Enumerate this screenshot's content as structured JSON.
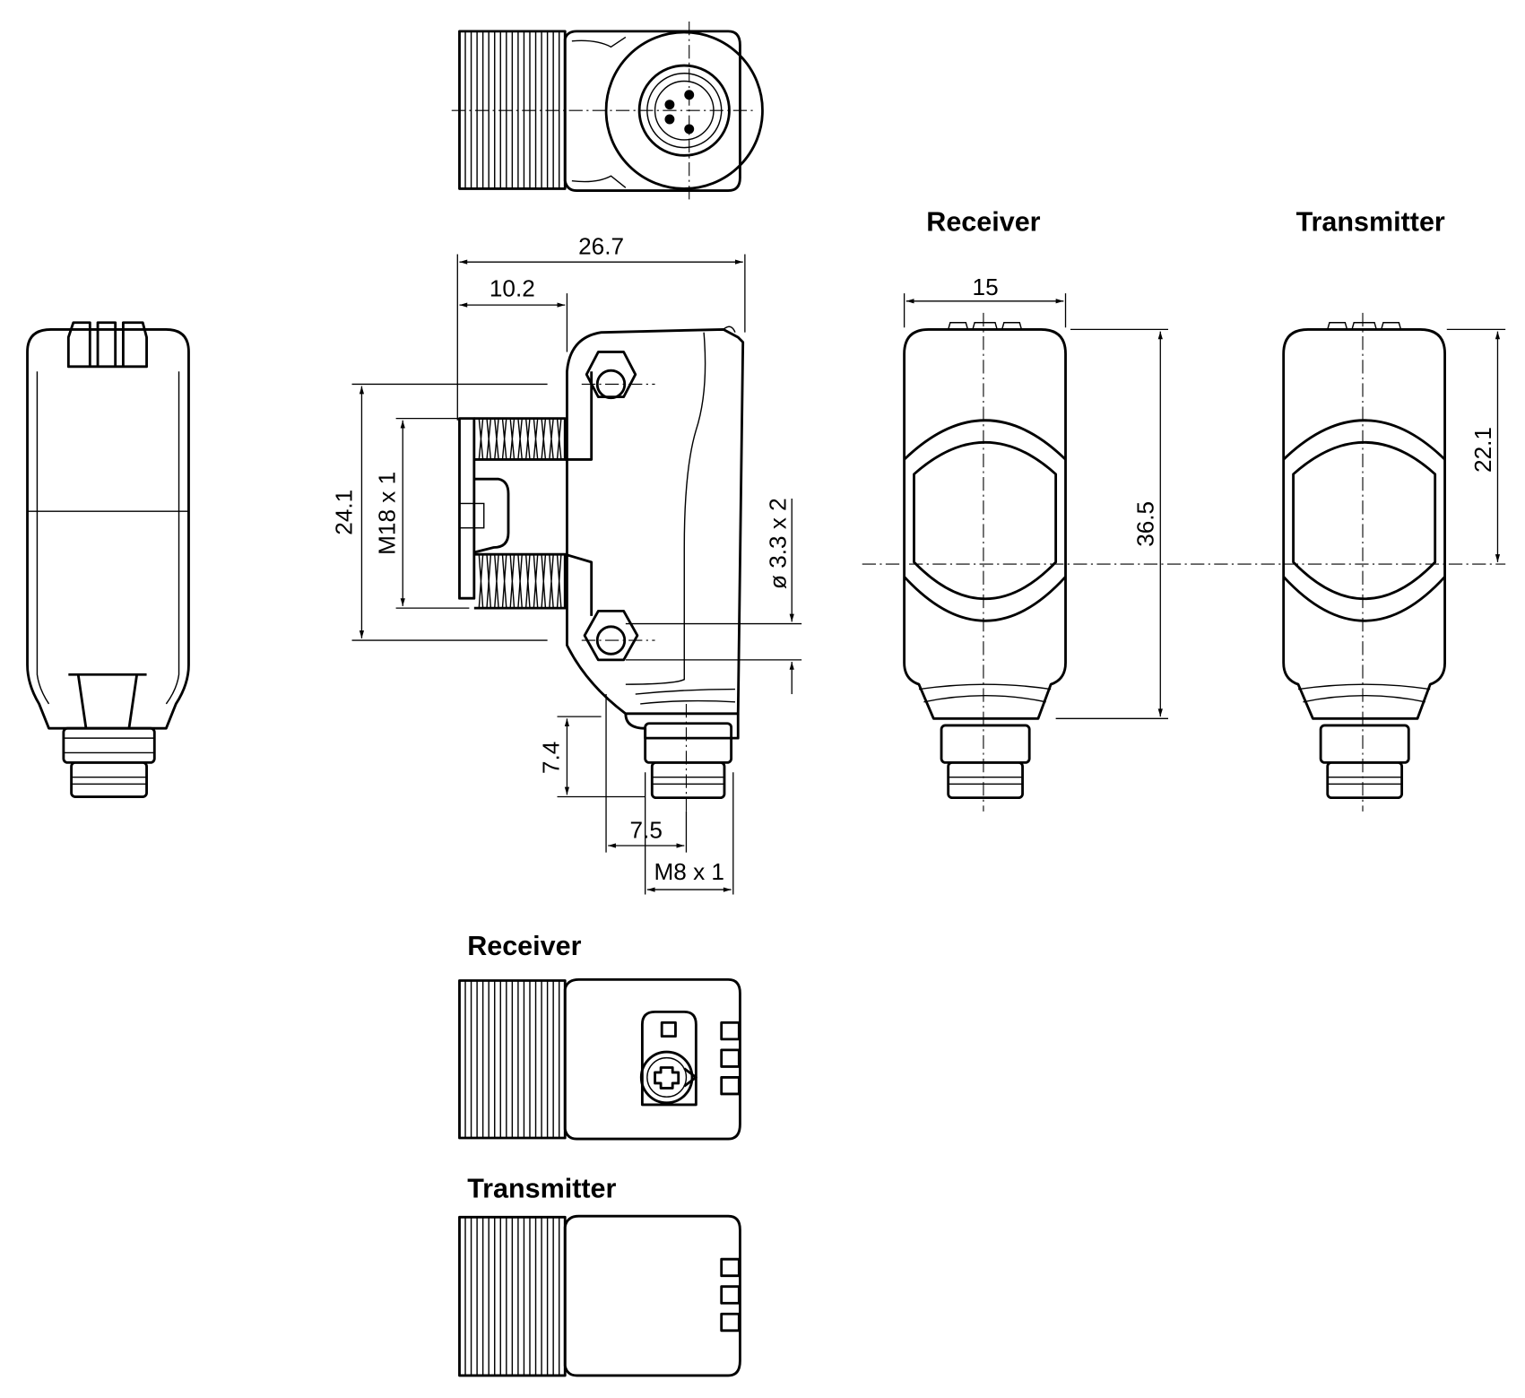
{
  "titles": {
    "front_receiver": "Receiver",
    "front_transmitter": "Transmitter",
    "bottom_receiver": "Receiver",
    "bottom_transmitter": "Transmitter"
  },
  "dimensions": {
    "overall_width": "26.7",
    "thread_offset": "10.2",
    "hole_spacing": "24.1",
    "thread_size": "M18 x 1",
    "hole_diameter": "ø 3.3 x 2",
    "connector_length": "7.4",
    "connector_offset": "7.5",
    "connector_thread": "M8 x 1",
    "front_width": "15",
    "front_height": "36.5",
    "lens_center_height": "22.1"
  },
  "colors": {
    "line": "#000000",
    "background": "#ffffff"
  }
}
